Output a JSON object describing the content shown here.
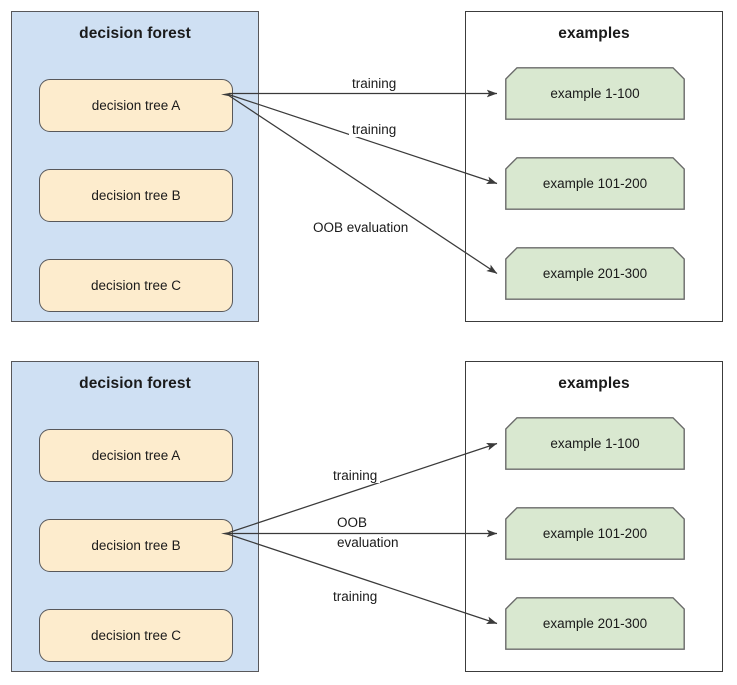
{
  "meta": {
    "title": "Decision forest OOB evaluation diagram",
    "colors": {
      "forest_panel_fill": "#cfe0f3",
      "tree_node_fill": "#fdeccd",
      "example_node_fill": "#d9e8d0",
      "border_dark": "#58585a",
      "example_border": "#6a6a6a",
      "arrow": "#3a3a3a",
      "text": "#1a1a1a"
    }
  },
  "diagrams": [
    {
      "id": "top",
      "forest": {
        "title": "decision forest",
        "trees": [
          {
            "label": "decision tree A",
            "active": true
          },
          {
            "label": "decision tree B",
            "active": false
          },
          {
            "label": "decision tree C",
            "active": false
          }
        ]
      },
      "examples": {
        "title": "examples",
        "items": [
          {
            "label": "example 1-100"
          },
          {
            "label": "example 101-200"
          },
          {
            "label": "example 201-300"
          }
        ]
      },
      "edges": [
        {
          "from": "decision tree A",
          "to": "example 1-100",
          "label": "training",
          "kind": "training"
        },
        {
          "from": "decision tree A",
          "to": "example 101-200",
          "label": "training",
          "kind": "training"
        },
        {
          "from": "decision tree A",
          "to": "example 201-300",
          "label": "OOB evaluation",
          "kind": "oob"
        }
      ]
    },
    {
      "id": "bottom",
      "forest": {
        "title": "decision forest",
        "trees": [
          {
            "label": "decision tree A",
            "active": false
          },
          {
            "label": "decision tree B",
            "active": true
          },
          {
            "label": "decision tree C",
            "active": false
          }
        ]
      },
      "examples": {
        "title": "examples",
        "items": [
          {
            "label": "example 1-100"
          },
          {
            "label": "example 101-200"
          },
          {
            "label": "example 201-300"
          }
        ]
      },
      "edges": [
        {
          "from": "decision tree B",
          "to": "example 1-100",
          "label": "training",
          "kind": "training"
        },
        {
          "from": "decision tree B",
          "to": "example 101-200",
          "label": "OOB\nevaluation",
          "label_line1": "OOB",
          "label_line2": "evaluation",
          "kind": "oob"
        },
        {
          "from": "decision tree B",
          "to": "example 201-300",
          "label": "training",
          "kind": "training"
        }
      ]
    }
  ]
}
